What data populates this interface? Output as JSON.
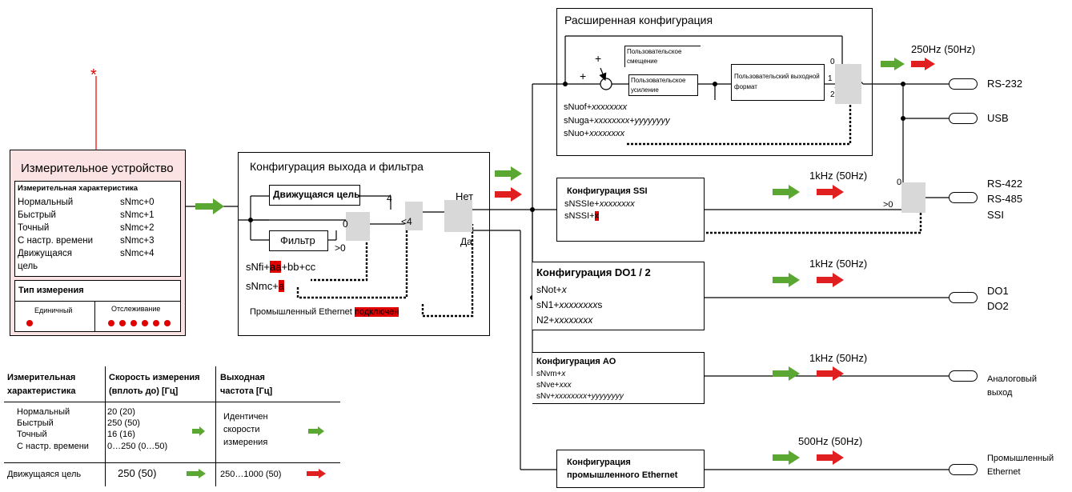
{
  "device": {
    "title": "Измерительное устройство",
    "char_header": "Измерительная характеристика",
    "rows": [
      {
        "label": "Нормальный",
        "cmd": "sNmc+0"
      },
      {
        "label": "Быстрый",
        "cmd": "sNmc+1"
      },
      {
        "label": "Точный",
        "cmd": "sNmc+2"
      },
      {
        "label": "С настр. времени",
        "cmd": "sNmc+3"
      },
      {
        "label": "Движущаяся",
        "cmd": "sNmc+4"
      }
    ],
    "row_extra": "цель",
    "type_header": "Тип измерения",
    "type_single": "Единичный",
    "type_tracking": "Отслеживание"
  },
  "filter": {
    "title": "Конфигурация выхода и фильтра",
    "moving_target": "Движущаяся цель",
    "filter_label": "Фильтр",
    "sw_4": "4",
    "sw_lt4": "<4",
    "sw_0": "0",
    "sw_gt0": ">0",
    "no": "Нет",
    "yes": "Да",
    "cmd_nfi_a": "sNfi+",
    "cmd_nfi_b": "aa",
    "cmd_nfi_c": "+bb+cc",
    "cmd_nmc_a": "sNmc+",
    "cmd_nmc_b": "a",
    "ethernet_a": "Промышленный Ethernet ",
    "ethernet_b": "подключен"
  },
  "advanced": {
    "title": "Расширенная конфигурация",
    "offset": "Пользовательское смещение",
    "gain": "Пользовательское усиление",
    "format": "Пользовательский выходной формат",
    "plus1": "+",
    "plus2": "+",
    "sw0": "0",
    "sw1": "1",
    "sw2": "2",
    "cmd1a": "sNuof+",
    "cmd1b": "xxxxxxxx",
    "cmd2a": "sNuga+",
    "cmd2b": "xxxxxxxx+yyyyyyyy",
    "cmd3a": "sNuo+",
    "cmd3b": "xxxxxxxx"
  },
  "ssi": {
    "title": "Конфигурация SSI",
    "cmd1a": "sNSSIe+",
    "cmd1b": "xxxxxxxx",
    "cmd2a": "sNSSI+",
    "cmd2b": "x",
    "sw0": "0",
    "sw_gt0": ">0"
  },
  "do": {
    "title": "Конфигурация DO1 / 2",
    "cmd1a": "sNot+",
    "cmd1b": "x",
    "cmd2a": "sN1+",
    "cmd2b": "xxxxxxxx",
    "cmd2c": "s",
    "cmd3a": "N2+",
    "cmd3b": "xxxxxxxx"
  },
  "ao": {
    "title": "Конфигурация AO",
    "cmd1a": "sNvm+",
    "cmd1b": "x",
    "cmd2a": "sNve+",
    "cmd2b": "xxx",
    "cmd3a": "sNv+",
    "cmd3b": "xxxxxxxx+yyyyyyyy"
  },
  "eth": {
    "title1": "Конфигурация",
    "title2": "промышленного Ethernet"
  },
  "freqs": {
    "rs232": "250Hz (50Hz)",
    "ssi": "1kHz (50Hz)",
    "do": "1kHz (50Hz)",
    "ao": "1kHz (50Hz)",
    "eth": "500Hz (50Hz)"
  },
  "outputs": {
    "rs232": "RS-232",
    "usb": "USB",
    "rs422": "RS-422",
    "rs485": "RS-485",
    "ssi": "SSI",
    "do1": "DO1",
    "do2": "DO2",
    "analog1": "Аналоговый",
    "analog2": "выход",
    "eth1": "Промышленный",
    "eth2": "Ethernet"
  },
  "table": {
    "h1a": "Измерительная",
    "h1b": "характеристика",
    "h2a": "Скорость измерения",
    "h2b": "(вплоть до) [Гц]",
    "h3a": "Выходная",
    "h3b": "частота [Гц]",
    "names": [
      "Нормальный",
      "Быстрый",
      "Точный",
      "С настр. времени"
    ],
    "rates": [
      "20 (20)",
      "250 (50)",
      "16 (16)",
      "0…250 (0…50)"
    ],
    "out_a": "Идентичен",
    "out_b": "скорости",
    "out_c": "измерения",
    "moving_name": "Движущаяся цель",
    "moving_rate": "250 (50)",
    "moving_out": "250…1000 (50)"
  },
  "colors": {
    "arrow_green": "#5aa832",
    "arrow_red": "#e02020",
    "device_fill": "#fbe3e3",
    "highlight": "#e00000"
  }
}
